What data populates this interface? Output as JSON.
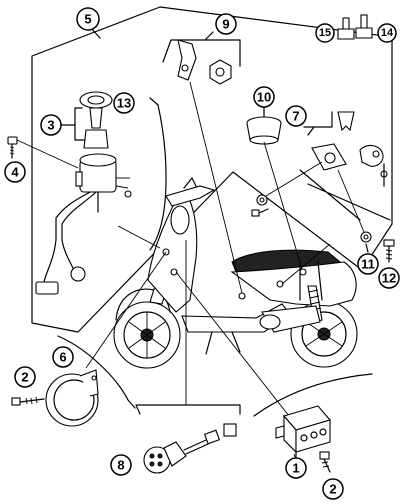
{
  "callouts": {
    "c1": "1",
    "c2a": "2",
    "c2b": "2",
    "c3": "3",
    "c4": "4",
    "c5": "5",
    "c6": "6",
    "c7": "7",
    "c8": "8",
    "c9": "9",
    "c10": "10",
    "c11": "11",
    "c12": "12",
    "c13": "13",
    "c14": "14",
    "c15": "15"
  }
}
